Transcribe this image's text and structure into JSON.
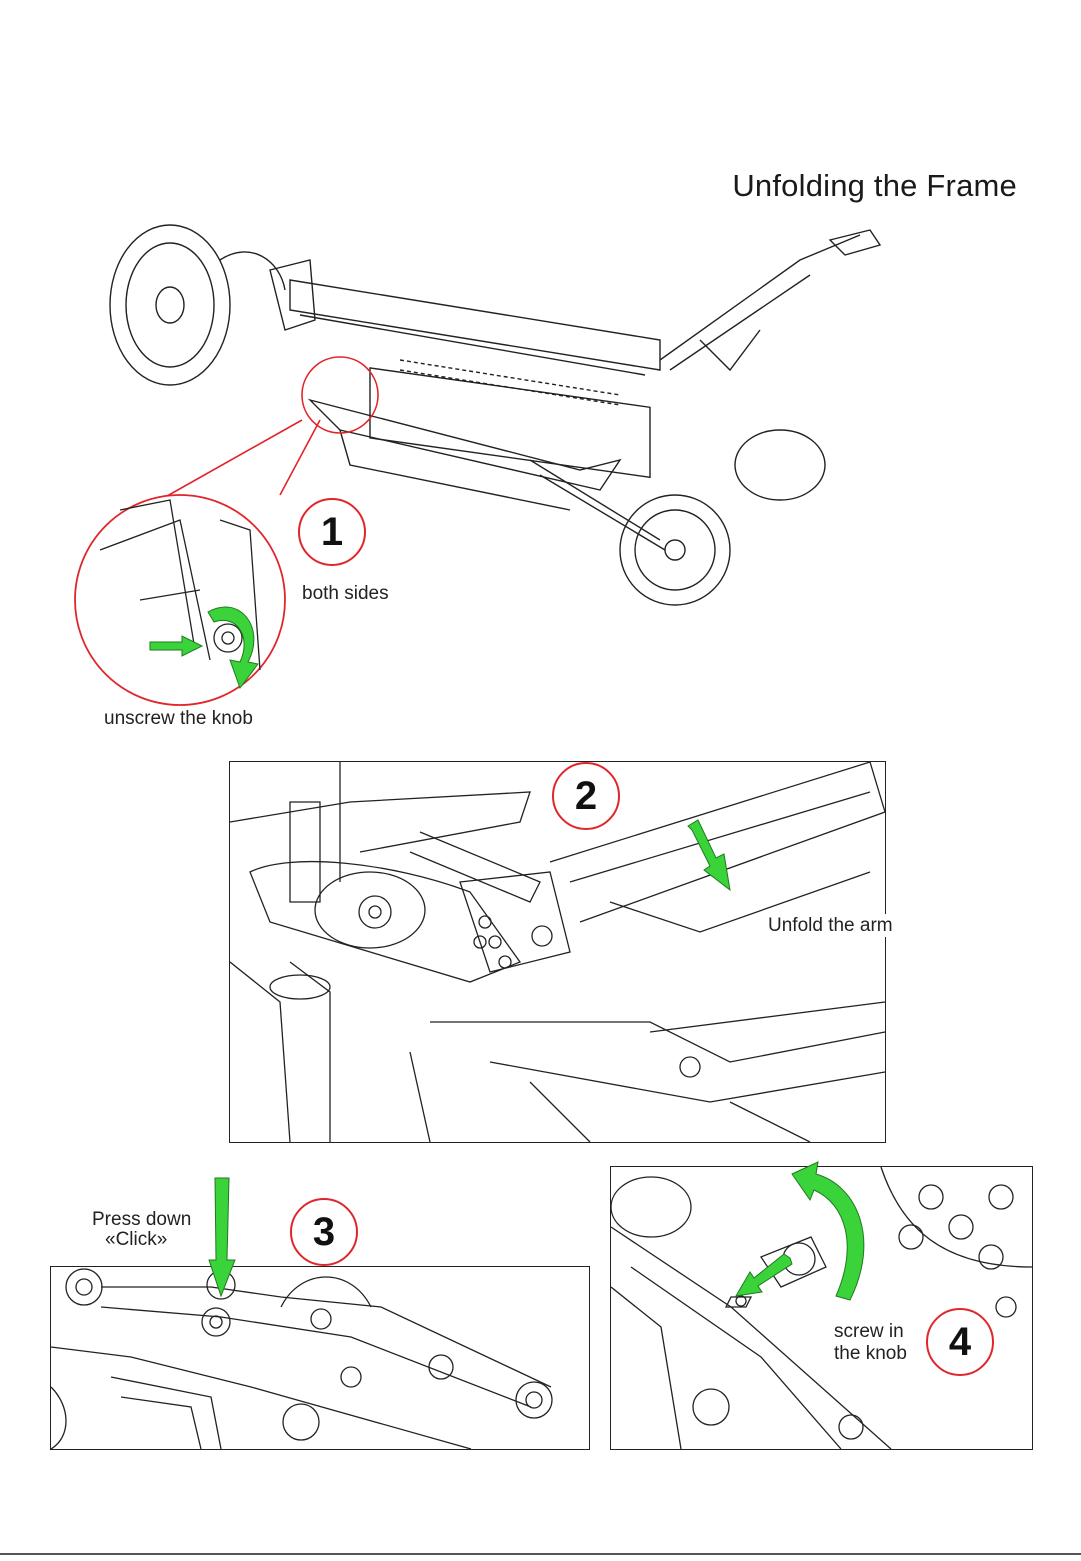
{
  "page": {
    "title": "Unfolding the Frame"
  },
  "steps": [
    {
      "number": "1",
      "captions": [
        "both sides",
        "unscrew the knob"
      ]
    },
    {
      "number": "2",
      "captions": [
        "Unfold the arm"
      ]
    },
    {
      "number": "3",
      "captions": [
        "Press down",
        "«Click»"
      ]
    },
    {
      "number": "4",
      "captions": [
        "screw in",
        "the knob"
      ]
    }
  ],
  "colors": {
    "accent_circle": "#e0262a",
    "arrow": "#3ad33a",
    "line_art": "#222222"
  },
  "icons": [
    "push-arrow-icon",
    "rotate-arrow-icon",
    "down-arrow-icon",
    "curved-arrow-icon"
  ]
}
